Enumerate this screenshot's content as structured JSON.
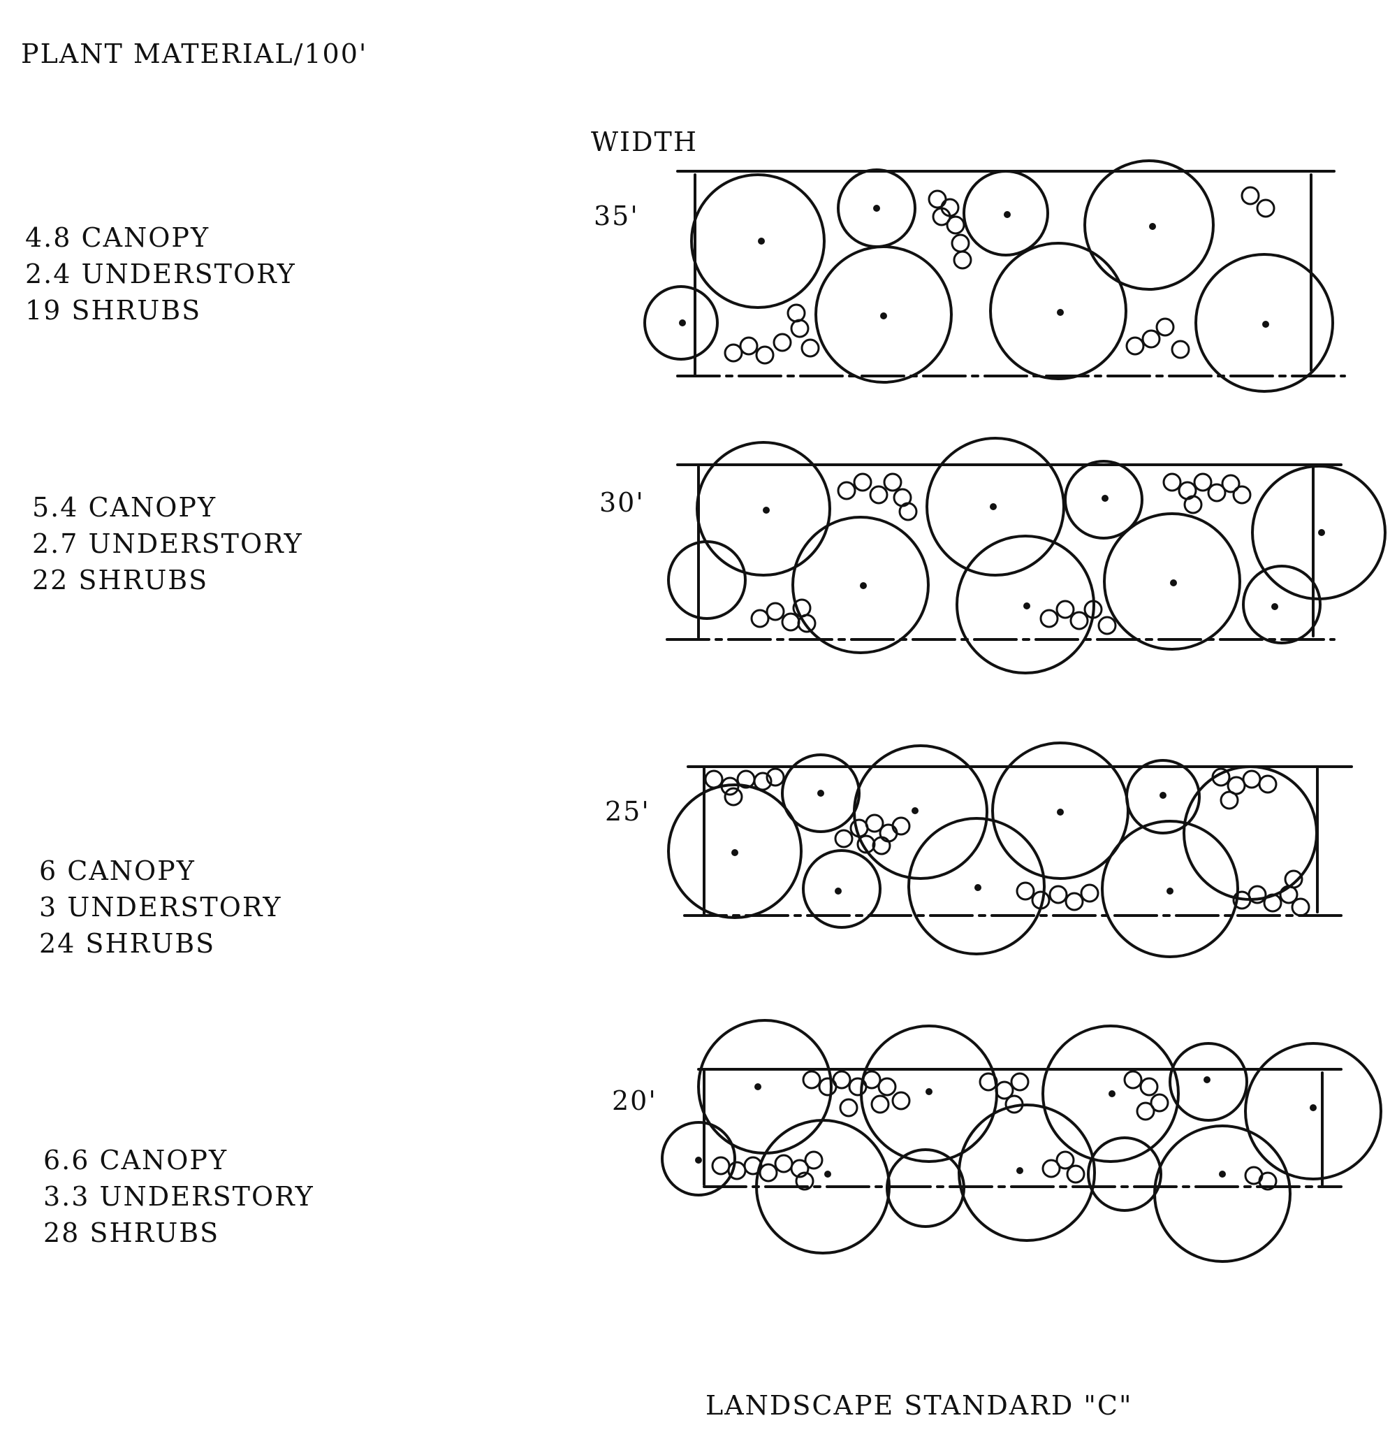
{
  "header": {
    "title": "PLANT MATERIAL/100'",
    "width_label": "WIDTH"
  },
  "footer": {
    "caption": "LANDSCAPE STANDARD \"C\""
  },
  "rows": [
    {
      "width": "35'",
      "canopy": "4.8 CANOPY",
      "understory": "2.4 UNDERSTORY",
      "shrubs": "19 SHRUBS"
    },
    {
      "width": "30'",
      "canopy": "5.4 CANOPY",
      "understory": "2.7 UNDERSTORY",
      "shrubs": "22 SHRUBS"
    },
    {
      "width": "25'",
      "canopy": "6 CANOPY",
      "understory": "3 UNDERSTORY",
      "shrubs": "24 SHRUBS"
    },
    {
      "width": "20'",
      "canopy": "6.6 CANOPY",
      "understory": "3.3 UNDERSTORY",
      "shrubs": "28 SHRUBS"
    }
  ],
  "colors": {
    "ink": "#111111",
    "paper": "#ffffff"
  }
}
